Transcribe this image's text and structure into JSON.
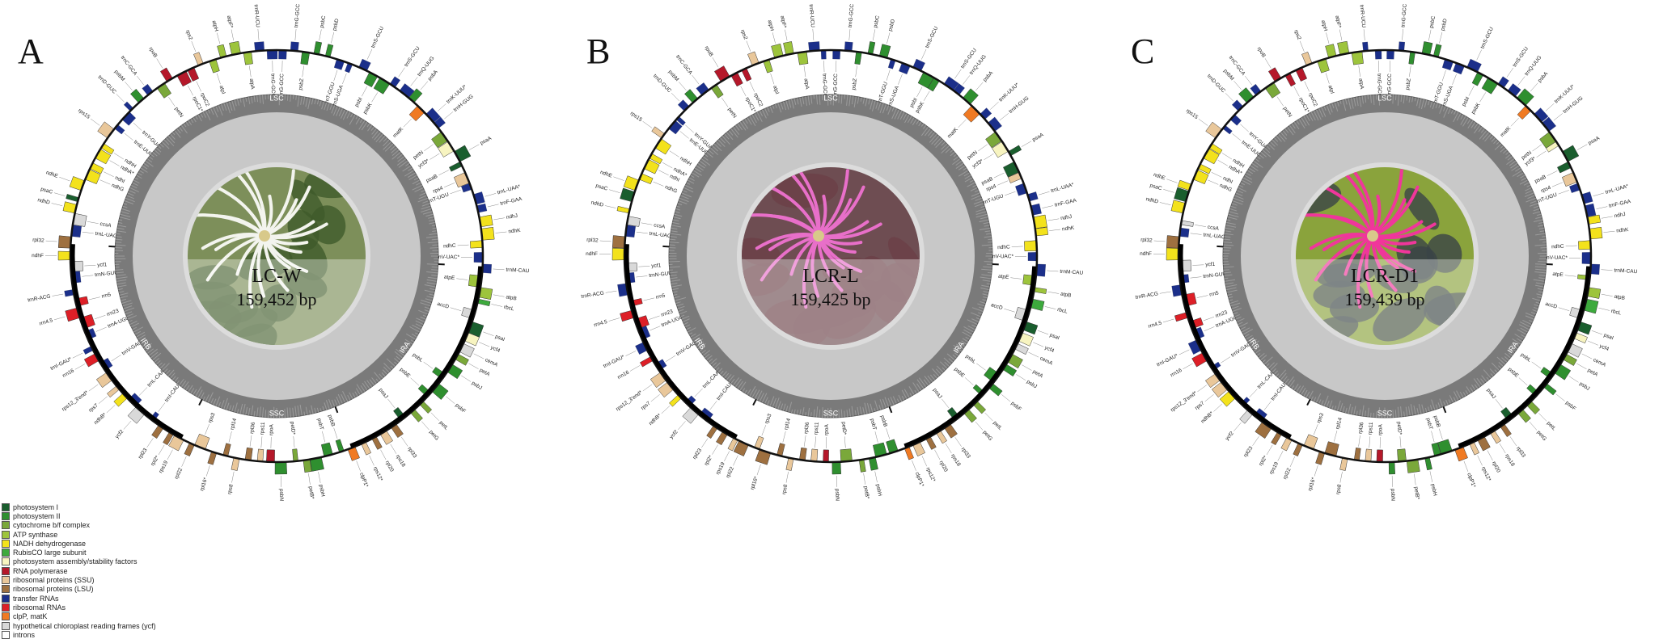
{
  "panels": [
    {
      "letter": "A",
      "name": "LC-W",
      "size": "159,452 bp",
      "flower": {
        "bg": "#7d8f5a",
        "petal": "#f3f4ee",
        "leaf": "#3f5a2a"
      }
    },
    {
      "letter": "B",
      "name": "LCR-L",
      "size": "159,425 bp",
      "flower": {
        "bg": "#6e4d52",
        "petal": "#e86fc9",
        "leaf": "#6b4047"
      }
    },
    {
      "letter": "C",
      "name": "LCR-D1",
      "size": "159,439 bp",
      "flower": {
        "bg": "#8aa33c",
        "petal": "#f0369b",
        "leaf": "#3a4346"
      }
    }
  ],
  "regions": {
    "lsc": "LSC",
    "ira": "IRA",
    "ssc": "SSC",
    "irb": "IRB"
  },
  "genes": {
    "top": [
      "trnG-GCC",
      "trnG-GCC",
      "psbZ",
      "psbC",
      "psbD",
      "trnT-GGU",
      "trnS-UGA",
      "trnS-GCU",
      "psbI",
      "psbK",
      "trnS-GCU",
      "trnQ-UUG",
      "psbA",
      "matK",
      "trnK-UUU*",
      "trnH-GUG",
      "petN",
      "ycf3*",
      "psaA",
      "psaB",
      "rps4",
      "trnT-UGU",
      "trnL-UAA*",
      "trnF-GAA",
      "ndhJ",
      "ndhK",
      "ndhC",
      "trnV-UAC*",
      "trnM-CAU",
      "atpE",
      "atpB",
      "rbcL",
      "accD",
      "psaI",
      "ycf4",
      "cemA",
      "petA",
      "psbJ",
      "psbL",
      "psbF",
      "psbE",
      "petL",
      "petG",
      "psaJ",
      "rpl33",
      "rps18",
      "rpl20",
      "rps12*",
      "clpP1*",
      "psbB",
      "psbT",
      "psbH",
      "petB*",
      "petD*",
      "psbN",
      "rpoA",
      "rps11",
      "rpl36",
      "rps8",
      "rpl14",
      "rpl16*",
      "rps3",
      "rpl22",
      "rps19",
      "rpl2*",
      "rpl23",
      "trnI-CAU",
      "ycf2",
      "trnL-CAA",
      "ndhB*",
      "rps7",
      "rps12_3'end*",
      "trnV-GAC",
      "rrn16",
      "trnI-GAU*",
      "trnA-UGC*",
      "rrn23",
      "rrn4.5",
      "rrn5",
      "trnR-ACG",
      "trnN-GUU",
      "ycf1",
      "ndhF",
      "rpl32",
      "trnL-UAG",
      "ccsA",
      "ndhD",
      "psaC",
      "ndhE",
      "ndhG",
      "ndhI",
      "ndhA*",
      "ndhH",
      "rps15",
      "trnE-UUC",
      "trnY-GUA",
      "trnD-GUC",
      "psbM",
      "trnC-GCA",
      "petN",
      "rpoB",
      "rpoC1*",
      "rpoC2",
      "rps2",
      "atpI",
      "atpH",
      "atpF*",
      "atpA",
      "trnR-UCU",
      "trnG-GCC"
    ]
  },
  "legend": [
    {
      "label": "photosystem I",
      "color": "#1a5e2e"
    },
    {
      "label": "photosystem II",
      "color": "#2f8f2f"
    },
    {
      "label": "cytochrome b/f complex",
      "color": "#7aa83a"
    },
    {
      "label": "ATP synthase",
      "color": "#9dc43c"
    },
    {
      "label": "NADH dehydrogenase",
      "color": "#f3e21c"
    },
    {
      "label": "RubisCO large subunit",
      "color": "#3daa3d"
    },
    {
      "label": "photosystem assembly/stability factors",
      "color": "#f7f4c0"
    },
    {
      "label": "RNA polymerase",
      "color": "#b5182a"
    },
    {
      "label": "ribosomal proteins (SSU)",
      "color": "#e9c79a"
    },
    {
      "label": "ribosomal proteins (LSU)",
      "color": "#9e7040"
    },
    {
      "label": "transfer RNAs",
      "color": "#1b2f8a"
    },
    {
      "label": "ribosomal RNAs",
      "color": "#dd1f27"
    },
    {
      "label": "clpP, matK",
      "color": "#f07a23"
    },
    {
      "label": "hypothetical chloroplast reading frames (ycf)",
      "color": "#d9d9d9"
    },
    {
      "label": "introns",
      "color": "#ffffff"
    }
  ],
  "colors": {
    "ring": "#111111",
    "gc_dark": "#7a7a7a",
    "gc_light": "#c8c8c8"
  }
}
